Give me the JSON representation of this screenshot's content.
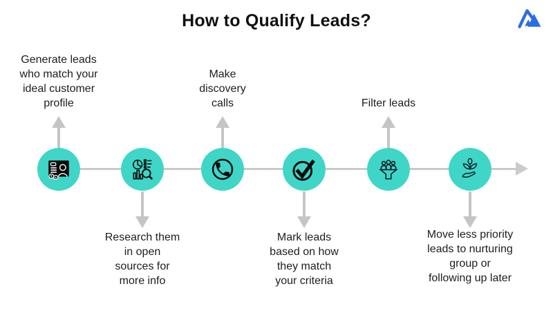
{
  "title": "How to Qualify Leads?",
  "logo": {
    "name": "mountain-brand-logo",
    "color": "#2e6ce6"
  },
  "colors": {
    "accent_teal": "#3fd6c8",
    "arrow_gray": "#c5c5c5",
    "line_gray": "#c9c9c9",
    "text": "#1d1d1d",
    "icon_black": "#0b0b0b"
  },
  "steps": [
    {
      "id": 1,
      "label": "Generate leads\nwho match your\nideal customer\nprofile",
      "icon": "customer-profile-card-icon",
      "label_position": "above"
    },
    {
      "id": 2,
      "label": "Research them\nin open\nsources for\nmore info",
      "icon": "research-analytics-icon",
      "label_position": "below"
    },
    {
      "id": 3,
      "label": "Make\ndiscovery\ncalls",
      "icon": "phone-call-icon",
      "label_position": "above"
    },
    {
      "id": 4,
      "label": "Mark leads\nbased on how\nthey match\nyour criteria",
      "icon": "checkmark-icon",
      "label_position": "below"
    },
    {
      "id": 5,
      "label": "Filter leads",
      "icon": "funnel-people-icon",
      "label_position": "above"
    },
    {
      "id": 6,
      "label": "Move less priority\nleads to nurturing\ngroup or\nfollowing up later",
      "icon": "hand-plant-icon",
      "label_position": "below"
    }
  ]
}
